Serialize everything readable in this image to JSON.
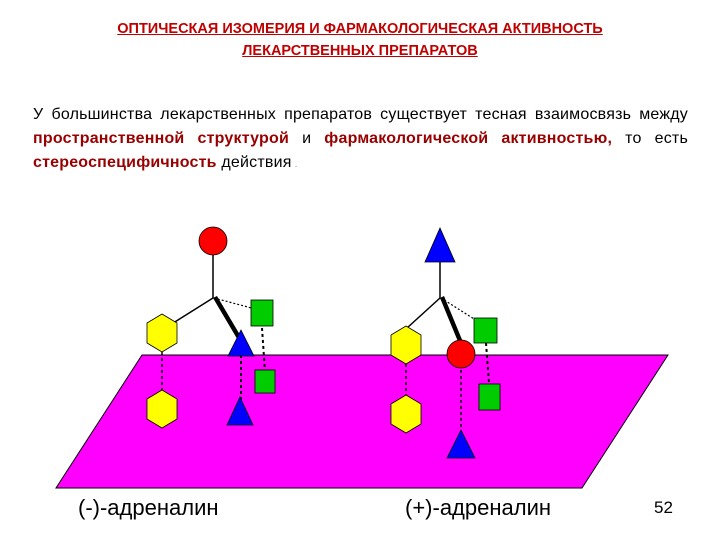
{
  "title": {
    "line1": "ОПТИЧЕСКАЯ ИЗОМЕРИЯ И ФАРМАКОЛОГИЧЕСКАЯ АКТИВНОСТЬ",
    "line2": "ЛЕКАРСТВЕННЫХ ПРЕПАРАТОВ"
  },
  "paragraph": {
    "part1": "У большинства лекарственных препаратов существует тесная взаимосвязь между ",
    "hl1": "пространственной структурой",
    "part2": " и ",
    "hl2": "фармакологической активностью,",
    "part3": " то есть ",
    "hl3": "стереоспецифичность",
    "part4": " действия",
    "tail": " ."
  },
  "captions": {
    "left": "(-)-адреналин",
    "right": "(+)-адреналин"
  },
  "slide_number": "52",
  "colors": {
    "title": "#c00000",
    "highlight": "#990000",
    "plane": "#ff00ff",
    "red": "#ff0000",
    "blue": "#0000ff",
    "green": "#00cc00",
    "yellow": "#ffff00"
  }
}
